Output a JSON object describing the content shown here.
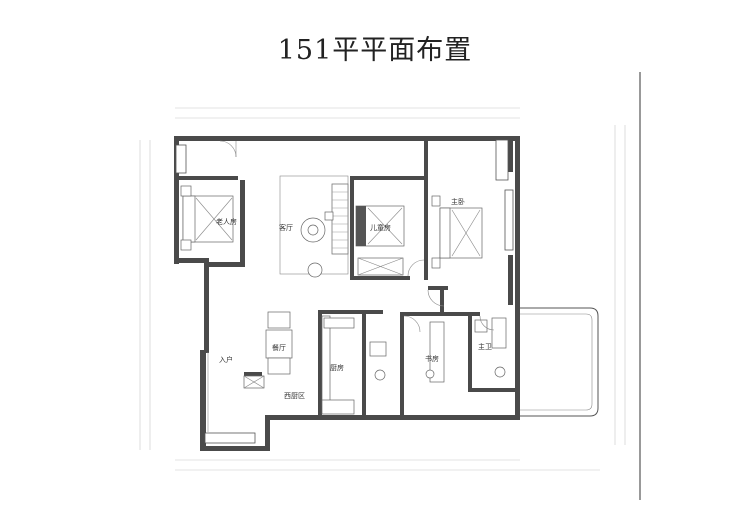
{
  "title": "151平平面布置",
  "rooms": {
    "elder_room": "老人房",
    "living_room": "客厅",
    "child_room": "儿童房",
    "master_bedroom": "主卧",
    "dining_room": "餐厅",
    "entrance": "入户",
    "kitchen": "厨房",
    "study": "书房",
    "master_bath": "主卫",
    "western_kitchen": "西厨区"
  }
}
